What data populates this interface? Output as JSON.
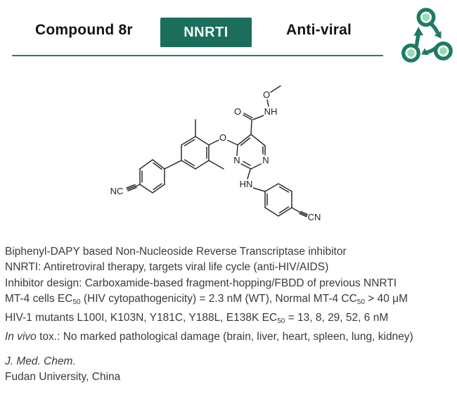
{
  "header": {
    "compound": "Compound 8r",
    "badge": "NNRTI",
    "category": "Anti-viral",
    "badge_color": "#1b6e5c",
    "divider_color": "#2e7a69"
  },
  "logo": {
    "name": "cycle-arrows-logo",
    "teal": "#1e7a64",
    "light_green": "#93ddb4"
  },
  "molecule": {
    "description": "Biphenyl-DAPY based NNRTI chemical structure: pyrimidine core with N-methoxy carboxamide, 2,6-dimethylphenoxy linked 4-cyanobiphenyl, and 4-cyanophenylamino group",
    "labels": {
      "methoxy_o": "O",
      "amide_nh": "NH",
      "carbonyl_o": "O",
      "ether_o": "O",
      "pyrimidine_n_left": "N",
      "pyrimidine_n_right": "N",
      "anilino_hn": "HN",
      "left_nitrile": "NC",
      "right_nitrile": "CN"
    }
  },
  "notes": {
    "lines": [
      [
        {
          "t": "Biphenyl-DAPY based Non-Nucleoside Reverse Transcriptase inhibitor"
        }
      ],
      [
        {
          "t": "NNRTI: Antiretroviral therapy, targets viral life cycle (anti-HIV/AIDS)"
        }
      ],
      [
        {
          "t": "Inhibitor design: Carboxamide-based fragment-hopping/FBDD of previous NNRTI"
        }
      ],
      [
        {
          "t": "MT-4 cells EC"
        },
        {
          "t": "50",
          "s": "sub"
        },
        {
          "t": " (HIV cytopathogenicity) = 2.3 nM (WT), Normal MT-4 CC"
        },
        {
          "t": "50",
          "s": "sub"
        },
        {
          "t": " > 40 μM"
        }
      ],
      [
        {
          "t": "HIV-1 mutants L100I, K103N, Y181C, Y188L, E138K EC"
        },
        {
          "t": "50",
          "s": "sub"
        },
        {
          "t": " = 13, 8, 29, 52, 6 nM"
        }
      ],
      [
        {
          "t": "In vivo",
          "s": "i"
        },
        {
          "t": " tox.: No marked pathological damage (brain, liver, heart, spleen, lung, kidney)"
        }
      ]
    ]
  },
  "footer": {
    "journal": "J. Med. Chem.",
    "affiliation": "Fudan University, China"
  }
}
